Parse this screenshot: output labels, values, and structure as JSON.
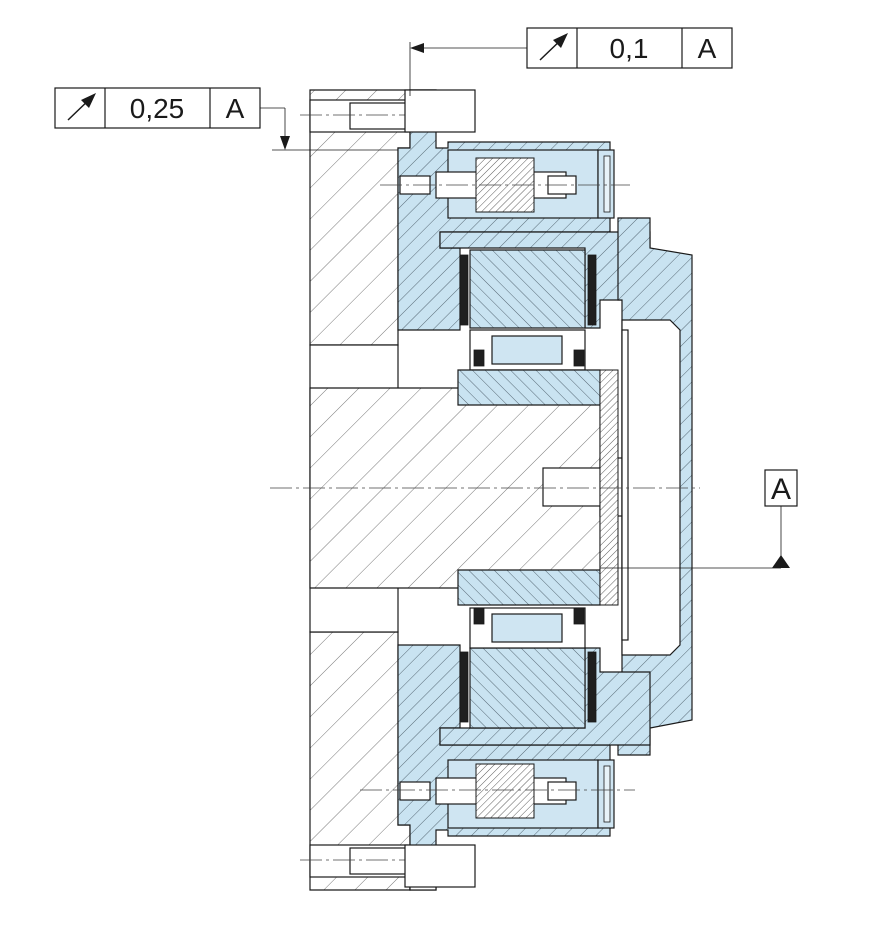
{
  "colors": {
    "component_fill": "#c9e3f1",
    "line": "#1a1a1a",
    "background": "#ffffff"
  },
  "tolerance_frames": [
    {
      "id": "runout-top",
      "symbol": "circular-runout-arrow",
      "value": "0,1",
      "datum": "A"
    },
    {
      "id": "runout-left",
      "symbol": "circular-runout-arrow",
      "value": "0,25",
      "datum": "A"
    }
  ],
  "datum": {
    "label": "A"
  }
}
